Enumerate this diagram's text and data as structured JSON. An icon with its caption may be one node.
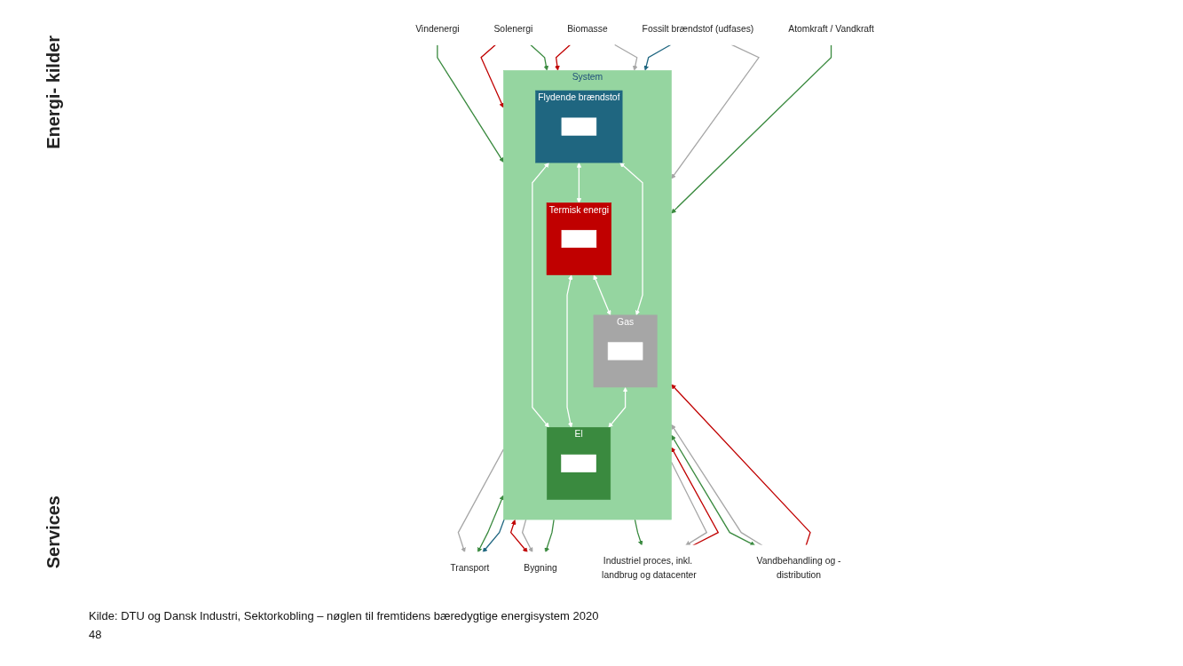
{
  "diagram": {
    "caption": "Kilde: DTU og Dansk Industri, Sektorkobling – nøglen til fremtidens bæredygtige energisystem 2020",
    "nodes": [
      {
        "text": [
          "Vindenergi"
        ]
      },
      {
        "text": [
          "Solenergi"
        ]
      },
      {
        "text": [
          "Biomasse"
        ]
      },
      {
        "text": [
          "Fossilt brændstof (udfases)"
        ]
      },
      {
        "text": [
          "Atomkraft / Vandkraft"
        ]
      },
      {
        "text": [
          "System"
        ]
      },
      {
        "text": [
          "Flydende brændstof"
        ],
        "in": 5
      },
      {
        "text": [],
        "shape": "box",
        "in": 6
      },
      {
        "text": [
          "Termisk energi"
        ],
        "in": 5
      },
      {
        "text": [],
        "shape": "box",
        "in": 8
      },
      {
        "text": [
          "Gas"
        ],
        "in": 5
      },
      {
        "text": [],
        "shape": "box",
        "in": 10
      },
      {
        "text": [
          "El"
        ],
        "in": 5
      },
      {
        "text": [],
        "shape": "box",
        "in": 12
      },
      {
        "text": [
          "Transport"
        ]
      },
      {
        "text": [
          "Bygning"
        ]
      },
      {
        "text": [
          "Industriel proces, inkl. landbrug og datacenter"
        ]
      },
      {
        "text": [
          "Vandbehandling og -distribution"
        ]
      }
    ],
    "edges": [
      {
        "from": 0,
        "to": 5,
        "arrow": "to",
        "color": "#3a8a3f"
      },
      {
        "from": 1,
        "to": 5,
        "arrow": "to",
        "color": "#c00000"
      },
      {
        "from": 1,
        "to": 5,
        "arrow": "to",
        "color": "#3a8a3f"
      },
      {
        "from": 2,
        "to": 5,
        "arrow": "to",
        "color": "#c00000"
      },
      {
        "from": 2,
        "to": 5,
        "arrow": "to",
        "color": "#a6a6a6"
      },
      {
        "from": 3,
        "to": 5,
        "arrow": "to",
        "color": "#1f6680"
      },
      {
        "from": 3,
        "to": 5,
        "arrow": "to",
        "color": "#a6a6a6"
      },
      {
        "from": 4,
        "to": 5,
        "arrow": "to",
        "color": "#3a8a3f"
      },
      {
        "from": 6,
        "to": 12,
        "arrow": "both",
        "color": "#ffffff"
      },
      {
        "from": 8,
        "to": 10,
        "arrow": "both",
        "color": "#ffffff"
      },
      {
        "from": 6,
        "to": 8,
        "arrow": "both",
        "color": "#ffffff"
      },
      {
        "from": 6,
        "to": 10,
        "arrow": "both",
        "color": "#ffffff"
      },
      {
        "from": 8,
        "to": 12,
        "arrow": "both",
        "color": "#ffffff"
      },
      {
        "from": 10,
        "to": 12,
        "arrow": "both",
        "color": "#ffffff"
      },
      {
        "from": 5,
        "to": 14,
        "arrow": "to",
        "color": "#a6a6a6"
      },
      {
        "from": 5,
        "to": 14,
        "arrow": "both",
        "color": "#3a8a3f"
      },
      {
        "from": 5,
        "to": 14,
        "arrow": "to",
        "color": "#1f6680"
      },
      {
        "from": 5,
        "to": 15,
        "arrow": "both",
        "color": "#c00000"
      },
      {
        "from": 5,
        "to": 15,
        "arrow": "to",
        "color": "#a6a6a6"
      },
      {
        "from": 5,
        "to": 15,
        "arrow": "to",
        "color": "#3a8a3f"
      },
      {
        "from": 16,
        "to": 5,
        "arrow": "to",
        "color": "#c00000"
      },
      {
        "from": 5,
        "to": 16,
        "arrow": "to",
        "color": "#3a8a3f"
      },
      {
        "from": 5,
        "to": 16,
        "arrow": "to",
        "color": "#a6a6a6"
      },
      {
        "from": 5,
        "to": 17,
        "arrow": "both",
        "color": "#3a8a3f"
      },
      {
        "from": 17,
        "to": 5,
        "arrow": "to",
        "color": "#a6a6a6"
      },
      {
        "from": 17,
        "to": 5,
        "arrow": "to",
        "color": "#c00000"
      }
    ],
    "labels": [
      "Energi- kilder",
      "Services",
      "48"
    ]
  }
}
